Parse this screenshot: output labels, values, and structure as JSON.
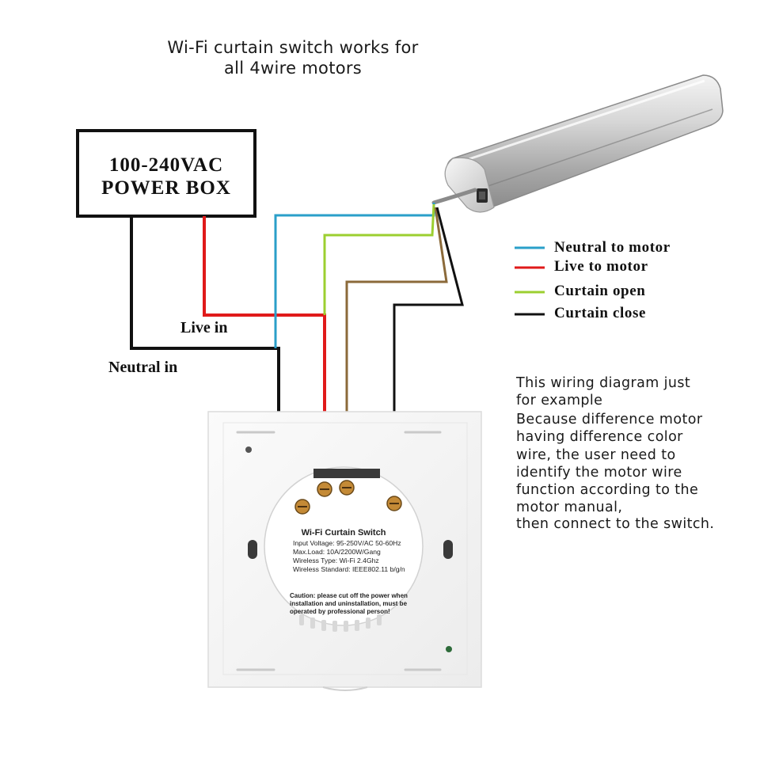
{
  "title": {
    "line1": "Wi-Fi curtain switch works for",
    "line2": "all 4wire motors"
  },
  "power_box": {
    "line1": "100-240VAC",
    "line2": "POWER BOX"
  },
  "labels": {
    "live_in": "Live in",
    "neutral_in": "Neutral in"
  },
  "legend": [
    {
      "label": "Neutral to motor",
      "color": "#2a9fc9"
    },
    {
      "label": "Live to motor",
      "color": "#e01a1a"
    },
    {
      "label": "Curtain open",
      "color": "#9ccf30"
    },
    {
      "label": "Curtain close",
      "color": "#111111"
    }
  ],
  "wire_colors": {
    "neutral_to_motor": "#2a9fc9",
    "live": "#e01a1a",
    "curtain_open": "#9ccf30",
    "curtain_close_brown": "#8b6a3a",
    "neutral": "#111111"
  },
  "note": {
    "lines": [
      "This wiring diagram just",
      "for example",
      "Because difference motor",
      "having difference color",
      "wire, the user need to",
      "identify the motor wire",
      "function according to the",
      "motor manual,",
      "then connect to the switch."
    ]
  },
  "switch_label": {
    "title": "Wi-Fi Curtain Switch",
    "specs": [
      "Input Voltage: 95-250V/AC 50-60Hz",
      "Max.Load: 10A/2200W/Gang",
      "Wireless Type: Wi-Fi 2.4Ghz",
      "Wireless Standard: IEEE802.11 b/g/n"
    ],
    "caution": [
      "Caution: please cut off the power when",
      "installation and uninstallation, must be",
      "operated by professional person!"
    ]
  }
}
